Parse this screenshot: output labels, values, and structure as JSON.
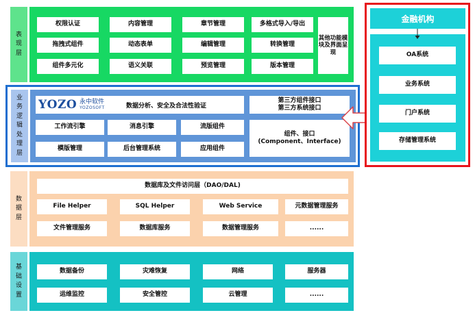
{
  "presentation": {
    "label": "表现层",
    "items": [
      "权限认证",
      "内容管理",
      "章节管理",
      "多格式导入/导出",
      "拖拽式组件",
      "动态表单",
      "编辑管理",
      "转换管理",
      "组件多元化",
      "语义关联",
      "预览管理",
      "版本管理"
    ],
    "extra": "其他功能模\n块及界面呈\n现"
  },
  "business": {
    "label": "业务逻辑处理层",
    "logo_main": "YOZO",
    "logo_cn": "永中软件",
    "logo_en": "YOZOSOFT",
    "analysis": "数据分析、安全及合法性验证",
    "third_party": "第三方组件接口\n第三方系统接口",
    "items": [
      "工作流引擎",
      "消息引擎",
      "流版组件",
      "模版管理",
      "后台管理系统",
      "应用组件"
    ],
    "component": "组件、接口\n(Component、Interface)"
  },
  "data": {
    "label": "数据层",
    "dao": "数据库及文件访问层（DAO/DAL)",
    "items": [
      "File Helper",
      "SQL Helper",
      "Web Service",
      "元数据管理服务",
      "文件管理服务",
      "数据库服务",
      "数据管理服务",
      "......"
    ]
  },
  "infra": {
    "label": "基础设置",
    "items": [
      "数据备份",
      "灾难恢复",
      "网络",
      "服务器",
      "运维监控",
      "安全管控",
      "云管理",
      "......"
    ]
  },
  "finance": {
    "title": "金融机构",
    "items": [
      "OA系统",
      "业务系统",
      "门户系统",
      "存储管理系统"
    ]
  },
  "colors": {
    "presentation": "#17d863",
    "business": "#5f95d8",
    "business_border": "#1e6fd0",
    "data": "#fbd2ad",
    "infra": "#14c1c3",
    "finance_border": "#e8141b",
    "finance": "#1dd1d8",
    "logo": "#1d4f9e"
  }
}
